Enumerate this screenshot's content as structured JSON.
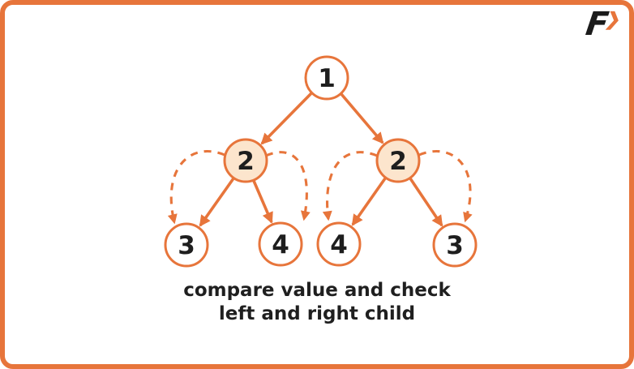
{
  "frame": {
    "border_color": "#E7753B",
    "background": "#FFFFFF"
  },
  "logo": {
    "letter": "F",
    "chevron": "❯"
  },
  "diagram": {
    "caption_line1": "compare value and check",
    "caption_line2": "left and right child",
    "tree": {
      "nodes": [
        {
          "id": "root",
          "label": "1",
          "highlighted": false
        },
        {
          "id": "left",
          "label": "2",
          "highlighted": true
        },
        {
          "id": "right",
          "label": "2",
          "highlighted": true
        },
        {
          "id": "left-left",
          "label": "3",
          "highlighted": false
        },
        {
          "id": "left-right",
          "label": "4",
          "highlighted": false
        },
        {
          "id": "right-left",
          "label": "4",
          "highlighted": false
        },
        {
          "id": "right-right",
          "label": "3",
          "highlighted": false
        }
      ],
      "solid_edges": [
        "root->left",
        "root->right",
        "left->left-left",
        "left->left-right",
        "right->right-left",
        "right->right-right"
      ],
      "dashed_check_arcs": [
        "left->left-left",
        "left->left-right",
        "right->right-left",
        "right->right-right"
      ]
    }
  },
  "colors": {
    "accent": "#E7753B",
    "node-fill": "#FCE5CD",
    "ink": "#1E1E1E"
  }
}
